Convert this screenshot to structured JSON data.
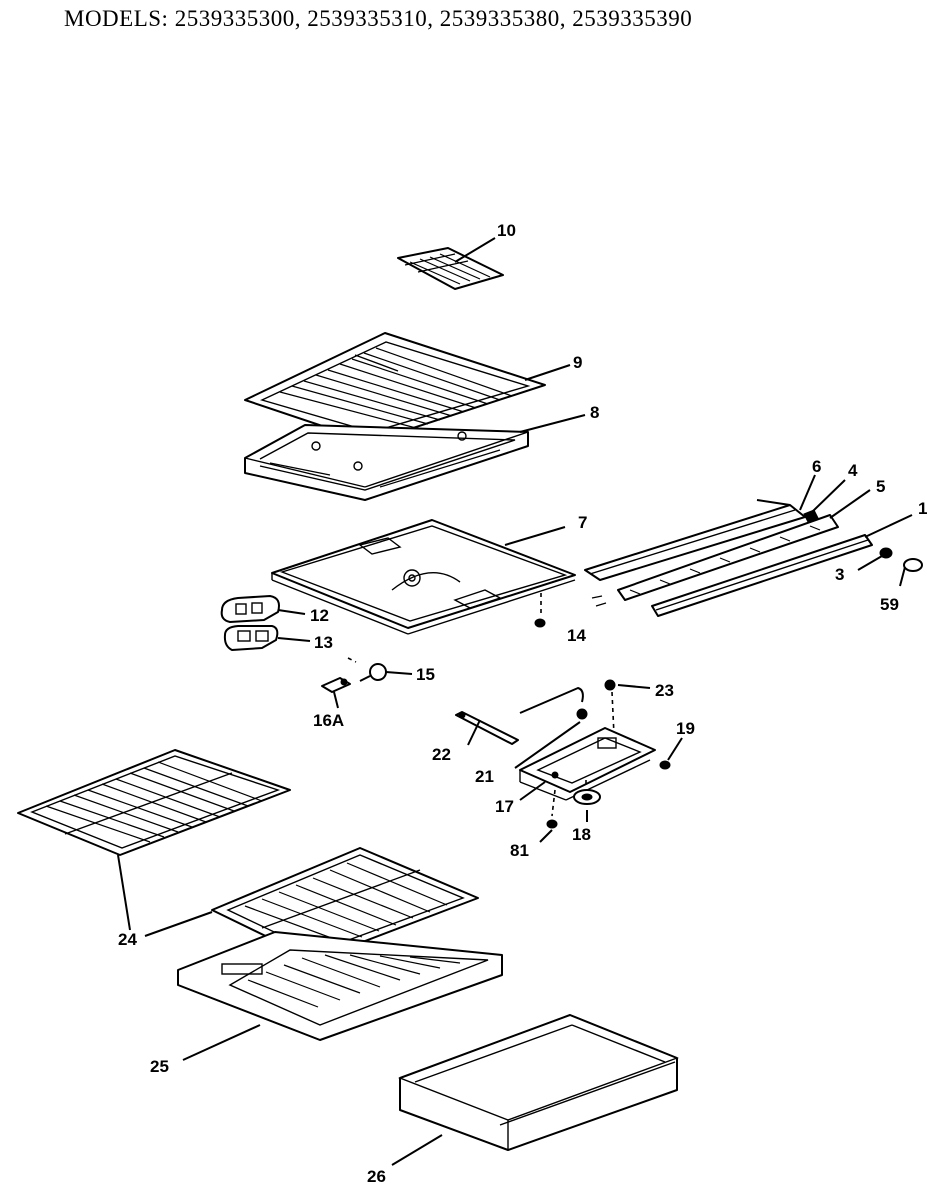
{
  "header": {
    "models_line": "MODELS: 2539335300, 2539335310, 2539335380, 2539335390"
  },
  "callouts": [
    "10",
    "9",
    "8",
    "7",
    "6",
    "4",
    "5",
    "1",
    "3",
    "59",
    "12",
    "13",
    "14",
    "15",
    "16A",
    "23",
    "19",
    "22",
    "21",
    "17",
    "18",
    "81",
    "24",
    "25",
    "26"
  ]
}
